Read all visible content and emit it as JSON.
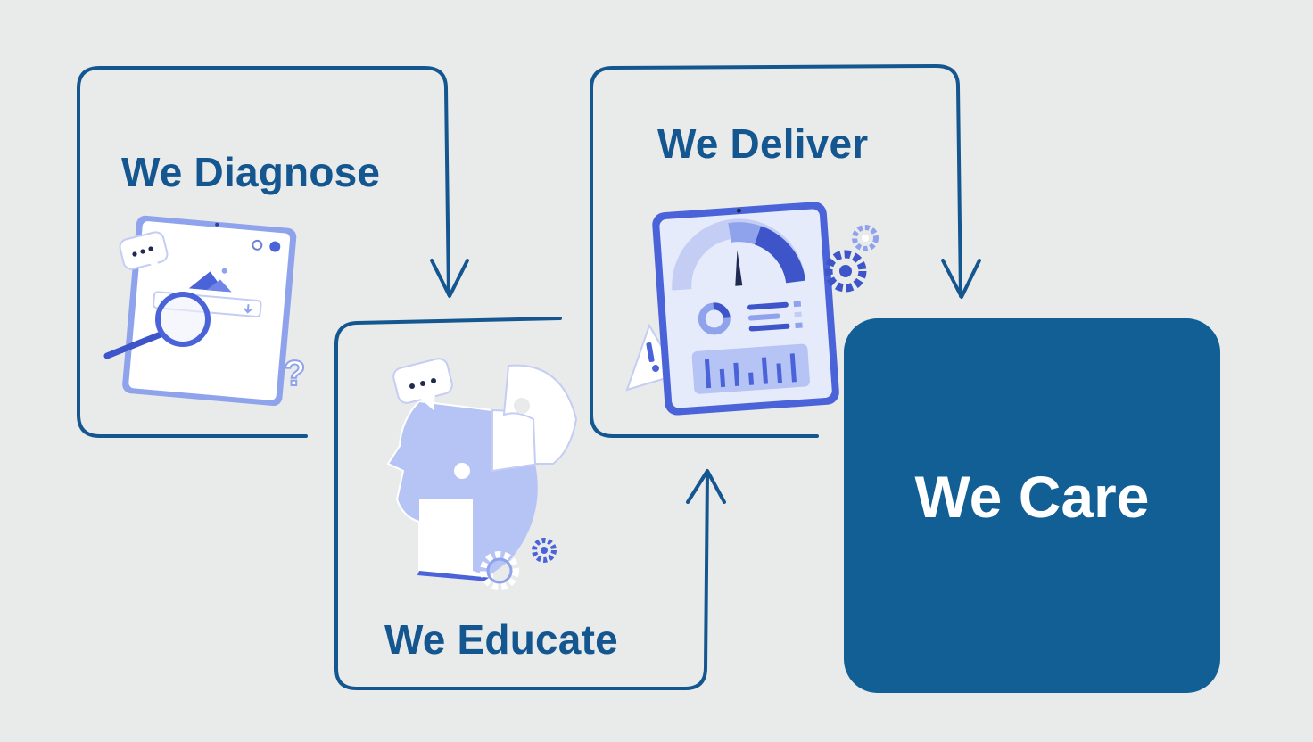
{
  "steps": {
    "diagnose": "We Diagnose",
    "educate": "We Educate",
    "deliver": "We Deliver",
    "care": "We Care"
  },
  "colors": {
    "background": "#e9eaea",
    "stroke": "#14568f",
    "care_fill": "#115f95",
    "care_text": "#ffffff",
    "illustration_accent": "#4b63d9",
    "illustration_light": "#b5c3f5"
  },
  "icons": {
    "diagnose": "tablet-magnifier-illustration",
    "educate": "puzzle-head-illustration",
    "deliver": "tablet-dashboard-gauge-illustration"
  }
}
